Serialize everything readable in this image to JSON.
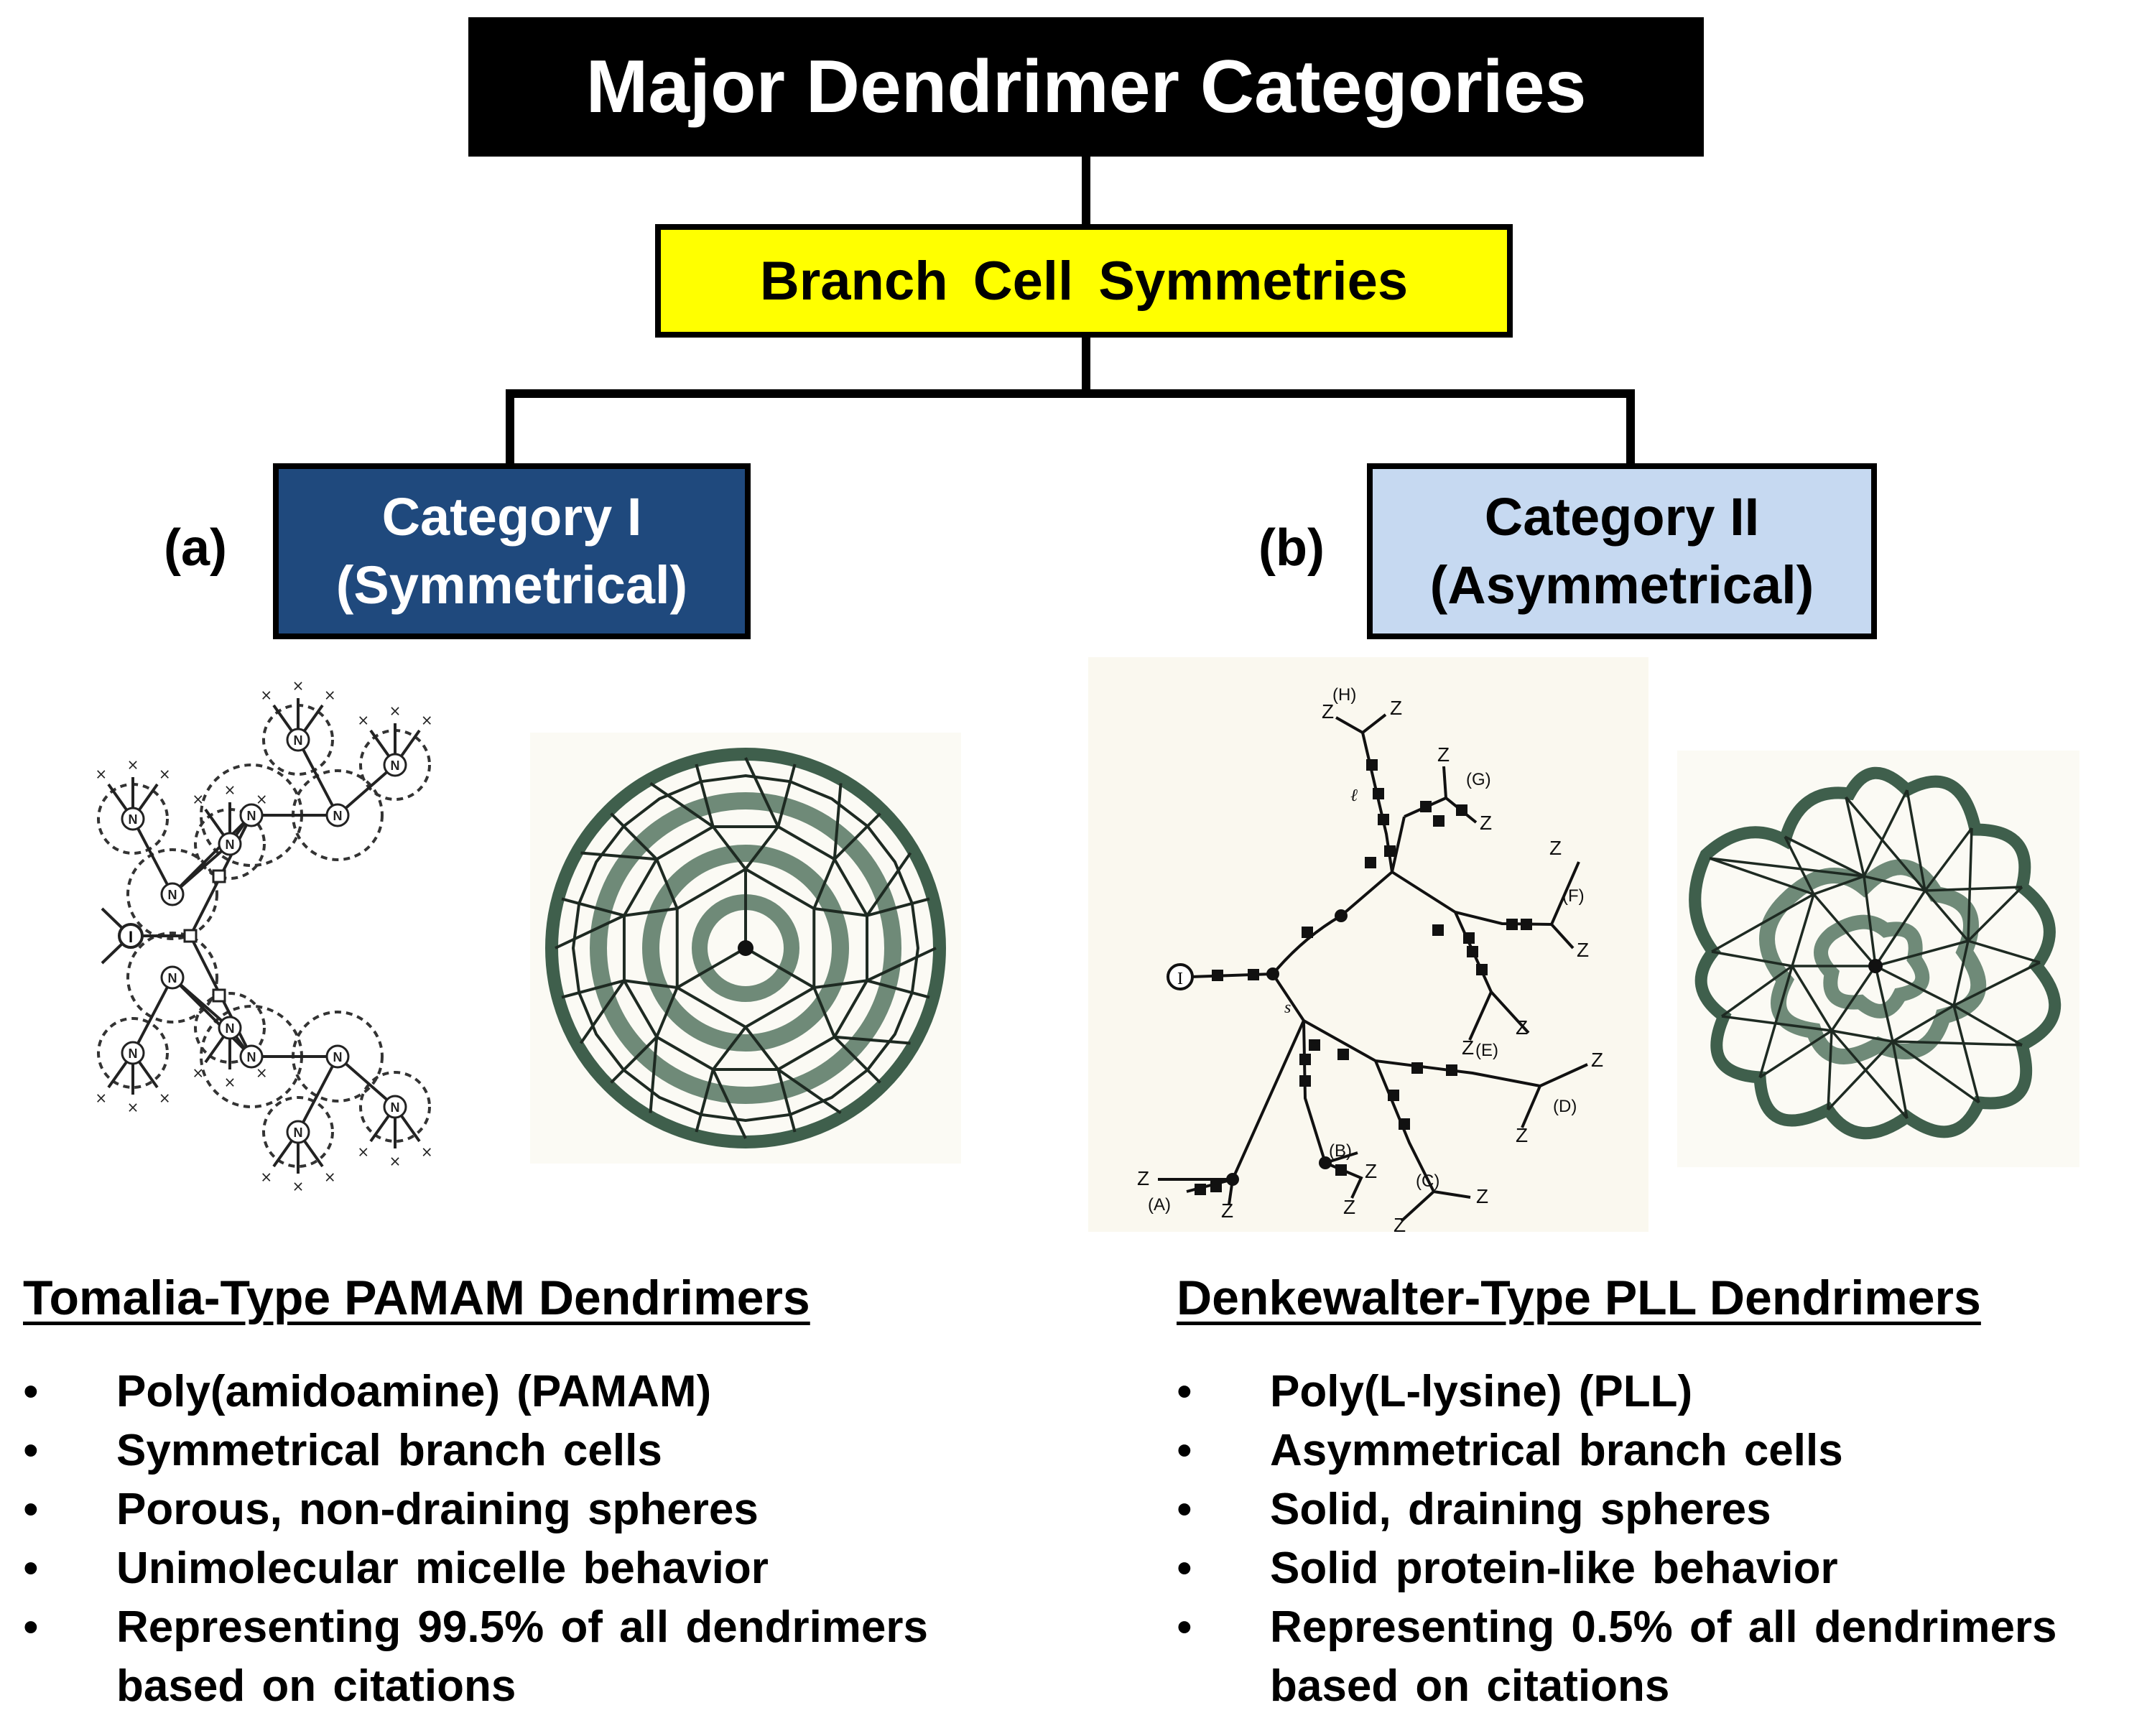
{
  "title": "Major Dendrimer Categories",
  "subtitle_box": "Branch Cell Symmetries",
  "categories": [
    {
      "tag": "(a)",
      "name_line1": "Category I",
      "name_line2": "(Symmetrical)",
      "heading": "Tomalia-Type PAMAM Dendrimers",
      "bullets": [
        "Poly(amidoamine) (PAMAM)",
        "Symmetrical branch cells",
        "Porous, non-draining spheres",
        "Unimolecular micelle behavior",
        "Representing 99.5% of all dendrimers",
        "based on citations"
      ],
      "structure_labels": {
        "core": "I",
        "node": "N",
        "end": "×"
      }
    },
    {
      "tag": "(b)",
      "name_line1": "Category II",
      "name_line2": "(Asymmetrical)",
      "heading": "Denkewalter-Type PLL Dendrimers",
      "bullets": [
        "Poly(L-lysine) (PLL)",
        "Asymmetrical branch cells",
        "Solid, draining spheres",
        "Solid protein-like behavior",
        "Representing  0.5% of all dendrimers",
        "based on citations"
      ],
      "structure_labels": {
        "core": "I",
        "end": "Z",
        "long": "ℓ",
        "short": "s",
        "branches": [
          "(A)",
          "(B)",
          "(C)",
          "(D)",
          "(E)",
          "(F)",
          "(G)",
          "(H)"
        ]
      }
    }
  ],
  "bullet_symbol": "•",
  "colors": {
    "title_bg": "#000000",
    "branch_bg": "#ffff00",
    "cat1_bg": "#1f497d",
    "cat2_bg": "#c6d9f1",
    "shell_green": "#3f5f4c",
    "drawing_dark": "#1e2a22",
    "photo_bg": "#faf8ef"
  }
}
